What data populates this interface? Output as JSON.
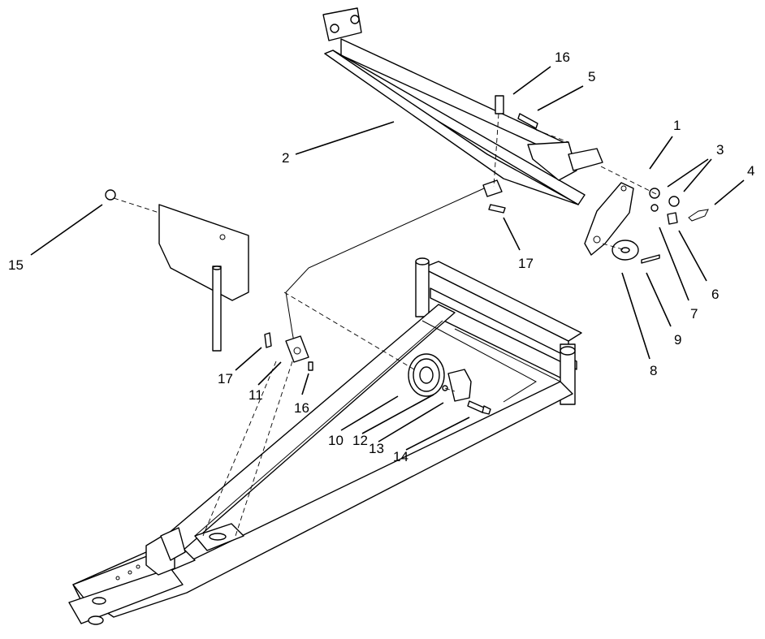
{
  "callouts": [
    {
      "id": "c1",
      "text": "1"
    },
    {
      "id": "c2",
      "text": "2"
    },
    {
      "id": "c3",
      "text": "3"
    },
    {
      "id": "c4",
      "text": "4"
    },
    {
      "id": "c5",
      "text": "5"
    },
    {
      "id": "c6",
      "text": "6"
    },
    {
      "id": "c7",
      "text": "7"
    },
    {
      "id": "c8",
      "text": "8"
    },
    {
      "id": "c9",
      "text": "9"
    },
    {
      "id": "c10",
      "text": "10"
    },
    {
      "id": "c11",
      "text": "11"
    },
    {
      "id": "c12",
      "text": "12"
    },
    {
      "id": "c13",
      "text": "13"
    },
    {
      "id": "c14",
      "text": "14"
    },
    {
      "id": "c15",
      "text": "15"
    },
    {
      "id": "c16a",
      "text": "16"
    },
    {
      "id": "c16b",
      "text": "16"
    },
    {
      "id": "c17a",
      "text": "17"
    },
    {
      "id": "c17b",
      "text": "17"
    }
  ]
}
